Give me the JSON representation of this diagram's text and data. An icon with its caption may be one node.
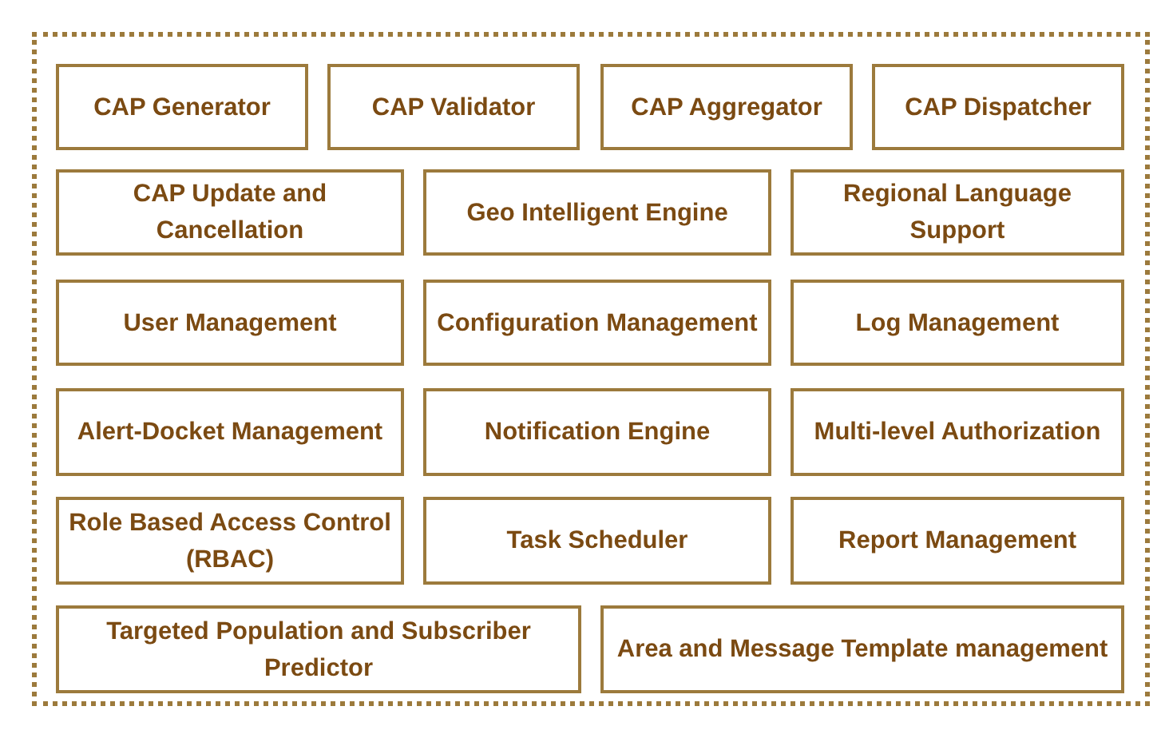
{
  "diagram": {
    "nodes": [
      {
        "text": [],
        "shape": "box"
      },
      {
        "text": [
          "CAP Generator"
        ],
        "in": 0
      },
      {
        "text": [
          "CAP Validator"
        ],
        "in": 0
      },
      {
        "text": [
          "CAP Aggregator"
        ],
        "in": 0
      },
      {
        "text": [
          "CAP Dispatcher"
        ],
        "in": 0
      },
      {
        "text": [
          "CAP Update and Cancellation"
        ],
        "in": 0
      },
      {
        "text": [
          "Geo Intelligent Engine"
        ],
        "in": 0
      },
      {
        "text": [
          "Regional Language Support"
        ],
        "in": 0
      },
      {
        "text": [
          "User Management"
        ],
        "in": 0
      },
      {
        "text": [
          "Configuration Management"
        ],
        "in": 0
      },
      {
        "text": [
          "Log Management"
        ],
        "in": 0
      },
      {
        "text": [
          "Alert-Docket Management"
        ],
        "in": 0
      },
      {
        "text": [
          "Notification Engine"
        ],
        "in": 0
      },
      {
        "text": [
          "Multi-level Authorization"
        ],
        "in": 0
      },
      {
        "text": [
          "Role Based Access Control (RBAC)"
        ],
        "in": 0
      },
      {
        "text": [
          "Task Scheduler"
        ],
        "in": 0
      },
      {
        "text": [
          "Report Management"
        ],
        "in": 0
      },
      {
        "text": [
          "Targeted Population and Subscriber Predictor"
        ],
        "in": 0
      },
      {
        "text": [
          "Area and Message Template management"
        ],
        "in": 0
      }
    ]
  }
}
